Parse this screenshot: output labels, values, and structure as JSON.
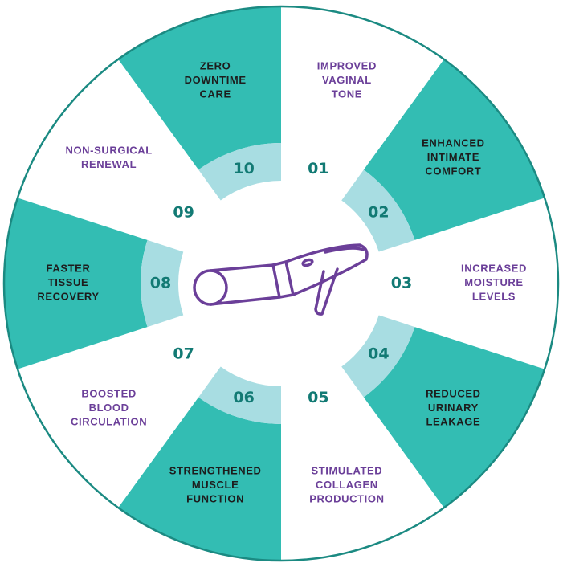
{
  "colors": {
    "teal": "#33bdb3",
    "ring_light": "#a8dde2",
    "outline": "#1b8a82",
    "number_teal": "#127a74",
    "purple": "#6b3f99",
    "dark_text": "#1d1d1d",
    "white": "#ffffff"
  },
  "center_icon": {
    "name": "vaginal-laser-wand-icon"
  },
  "segments": [
    {
      "id": "01",
      "number": "01",
      "lines": [
        "IMPROVED",
        "VAGINAL",
        "TONE"
      ],
      "fill": "white"
    },
    {
      "id": "02",
      "number": "02",
      "lines": [
        "ENHANCED",
        "INTIMATE",
        "COMFORT"
      ],
      "fill": "teal"
    },
    {
      "id": "03",
      "number": "03",
      "lines": [
        "INCREASED",
        "MOISTURE",
        "LEVELS"
      ],
      "fill": "white"
    },
    {
      "id": "04",
      "number": "04",
      "lines": [
        "REDUCED",
        "URINARY",
        "LEAKAGE"
      ],
      "fill": "teal"
    },
    {
      "id": "05",
      "number": "05",
      "lines": [
        "STIMULATED",
        "COLLAGEN",
        "PRODUCTION"
      ],
      "fill": "white"
    },
    {
      "id": "06",
      "number": "06",
      "lines": [
        "STRENGTHENED",
        "MUSCLE",
        "FUNCTION"
      ],
      "fill": "teal"
    },
    {
      "id": "07",
      "number": "07",
      "lines": [
        "BOOSTED",
        "BLOOD",
        "CIRCULATION"
      ],
      "fill": "white"
    },
    {
      "id": "08",
      "number": "08",
      "lines": [
        "FASTER",
        "TISSUE",
        "RECOVERY"
      ],
      "fill": "teal"
    },
    {
      "id": "09",
      "number": "09",
      "lines": [
        "NON-SURGICAL",
        "RENEWAL"
      ],
      "fill": "white"
    },
    {
      "id": "10",
      "number": "10",
      "lines": [
        "ZERO",
        "DOWNTIME",
        "CARE"
      ],
      "fill": "teal"
    }
  ]
}
